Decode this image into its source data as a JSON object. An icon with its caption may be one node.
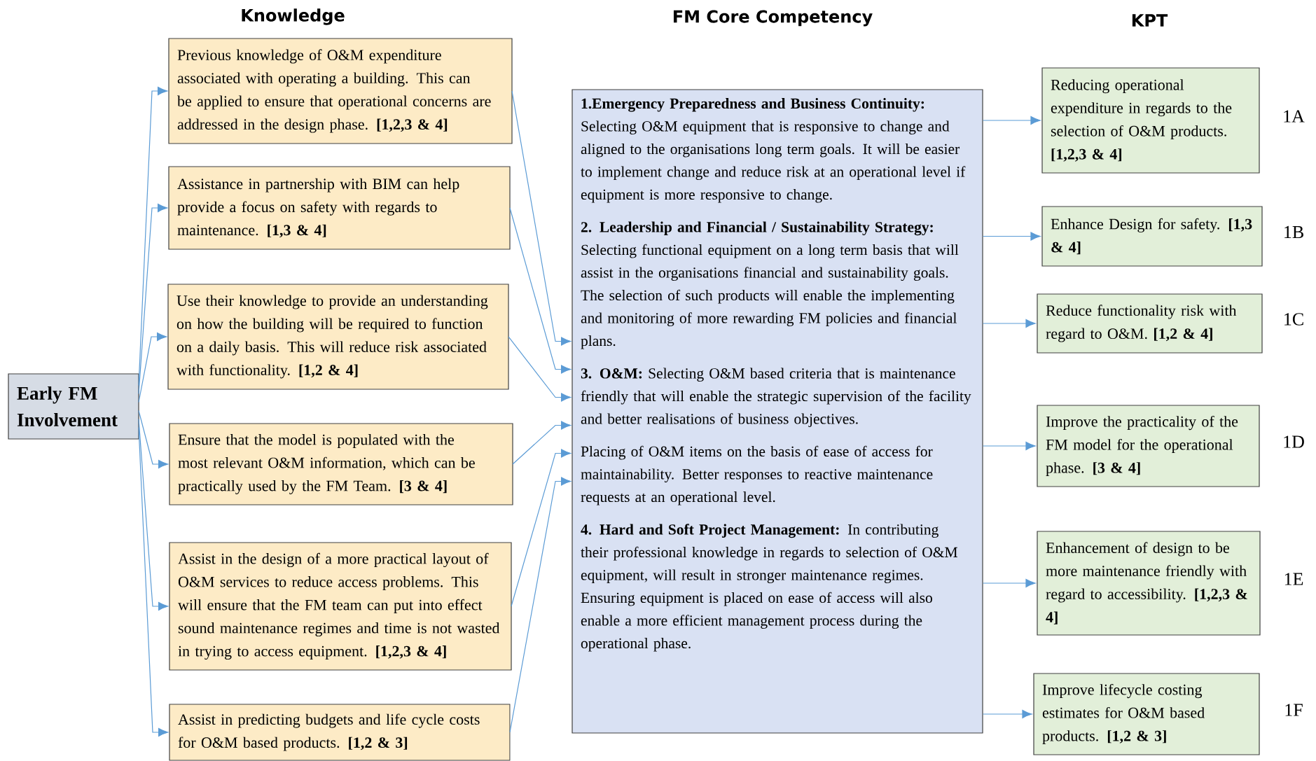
{
  "diagram": {
    "nodes": [
      {
        "text": [
          "Early FM Involvement"
        ]
      },
      {
        "text": [
          "Previous knowledge of O&M expenditure associated with operating a building. This can be applied to ensure that operational concerns are addressed in the design phase. **[1,2,3 & 4]**"
        ]
      },
      {
        "text": [
          "Assistance in partnership with BIM can help provide a focus on safety with regards to maintenance. **[1,3 & 4]**"
        ]
      },
      {
        "text": [
          "Use their knowledge to provide an understanding on how the building will be required to function on a daily basis. This will reduce risk associated with functionality. **[1,2 & 4]**"
        ]
      },
      {
        "text": [
          "Ensure that the model is populated with the most relevant O&M information, which can be practically used by the FM Team. **[3 & 4]**"
        ]
      },
      {
        "text": [
          "Assist in the design of a more practical layout of O&M services to reduce access problems. This will ensure that the FM team can put into effect sound maintenance regimes and time is not wasted in trying to access equipment. **[1,2,3 & 4]**"
        ]
      },
      {
        "text": [
          "Assist in predicting budgets and life cycle costs for O&M based products. **[1,2 & 3]**"
        ]
      },
      {
        "text": [
          "**1.Emergency Preparedness and Business Continuity:** Selecting O&M equipment that is responsive to change and aligned to the organisations long term goals. It will be easier to implement change and reduce risk at an operational level if equipment is more responsive to change.",
          "**2. Leadership and Financial / Sustainability Strategy:** Selecting functional equipment on a long term basis that will assist in the organisations financial and sustainability goals. The selection of such products will enable the implementing and monitoring of more rewarding FM policies and financial plans.",
          "**3. O&M:** Selecting O&M based criteria that is maintenance friendly that will enable the strategic supervision of the facility and better realisations of business objectives.",
          "Placing of O&M items on the basis of ease of access for maintainability. Better responses to reactive maintenance requests at an operational level.",
          "**4. Hard and Soft Project Management:** In contributing their professional knowledge in regards to selection of O&M equipment, will result in stronger maintenance regimes. Ensuring equipment is placed on ease of access will also enable a more efficient management process during the operational phase."
        ]
      },
      {
        "text": [
          "Reducing operational expenditure in regards to the selection of O&M products. **[1,2,3 & 4]**"
        ],
        "beside": [
          "1A"
        ]
      },
      {
        "text": [
          "Enhance Design for safety. **[1,3 & 4]**"
        ],
        "beside": [
          "1B"
        ]
      },
      {
        "text": [
          "Reduce functionality risk with regard to O&M. **[1,2 & 4]**"
        ],
        "beside": [
          "1C"
        ]
      },
      {
        "text": [
          "Improve the practicality of the FM model for the operational phase. **[3 & 4]**"
        ],
        "beside": [
          "1D"
        ]
      },
      {
        "text": [
          "Enhancement of design to be more maintenance friendly with regard to accessibility. **[1,2,3 & 4]**"
        ],
        "beside": [
          "1E"
        ]
      },
      {
        "text": [
          "Improve lifecycle costing estimates for O&M based products. **[1,2 & 3]**"
        ],
        "beside": [
          "1F"
        ]
      }
    ],
    "edges": [
      {
        "from": 0,
        "to": 1,
        "arrow": "to"
      },
      {
        "from": 0,
        "to": 2,
        "arrow": "to"
      },
      {
        "from": 0,
        "to": 3,
        "arrow": "to"
      },
      {
        "from": 0,
        "to": 4,
        "arrow": "to"
      },
      {
        "from": 0,
        "to": 5,
        "arrow": "to"
      },
      {
        "from": 0,
        "to": 6,
        "arrow": "to"
      },
      {
        "from": 1,
        "to": 7,
        "arrow": "to"
      },
      {
        "from": 2,
        "to": 7,
        "arrow": "to"
      },
      {
        "from": 3,
        "to": 7,
        "arrow": "to"
      },
      {
        "from": 4,
        "to": 7,
        "arrow": "to"
      },
      {
        "from": 5,
        "to": 7,
        "arrow": "to"
      },
      {
        "from": 6,
        "to": 7,
        "arrow": "to"
      },
      {
        "from": 7,
        "to": 8,
        "arrow": "to"
      },
      {
        "from": 7,
        "to": 9,
        "arrow": "to"
      },
      {
        "from": 7,
        "to": 10,
        "arrow": "to"
      },
      {
        "from": 7,
        "to": 11,
        "arrow": "to"
      },
      {
        "from": 7,
        "to": 12,
        "arrow": "to"
      },
      {
        "from": 7,
        "to": 13,
        "arrow": "to"
      }
    ],
    "labels": [
      "Knowledge",
      "FM Core Competency",
      "KPT"
    ]
  }
}
